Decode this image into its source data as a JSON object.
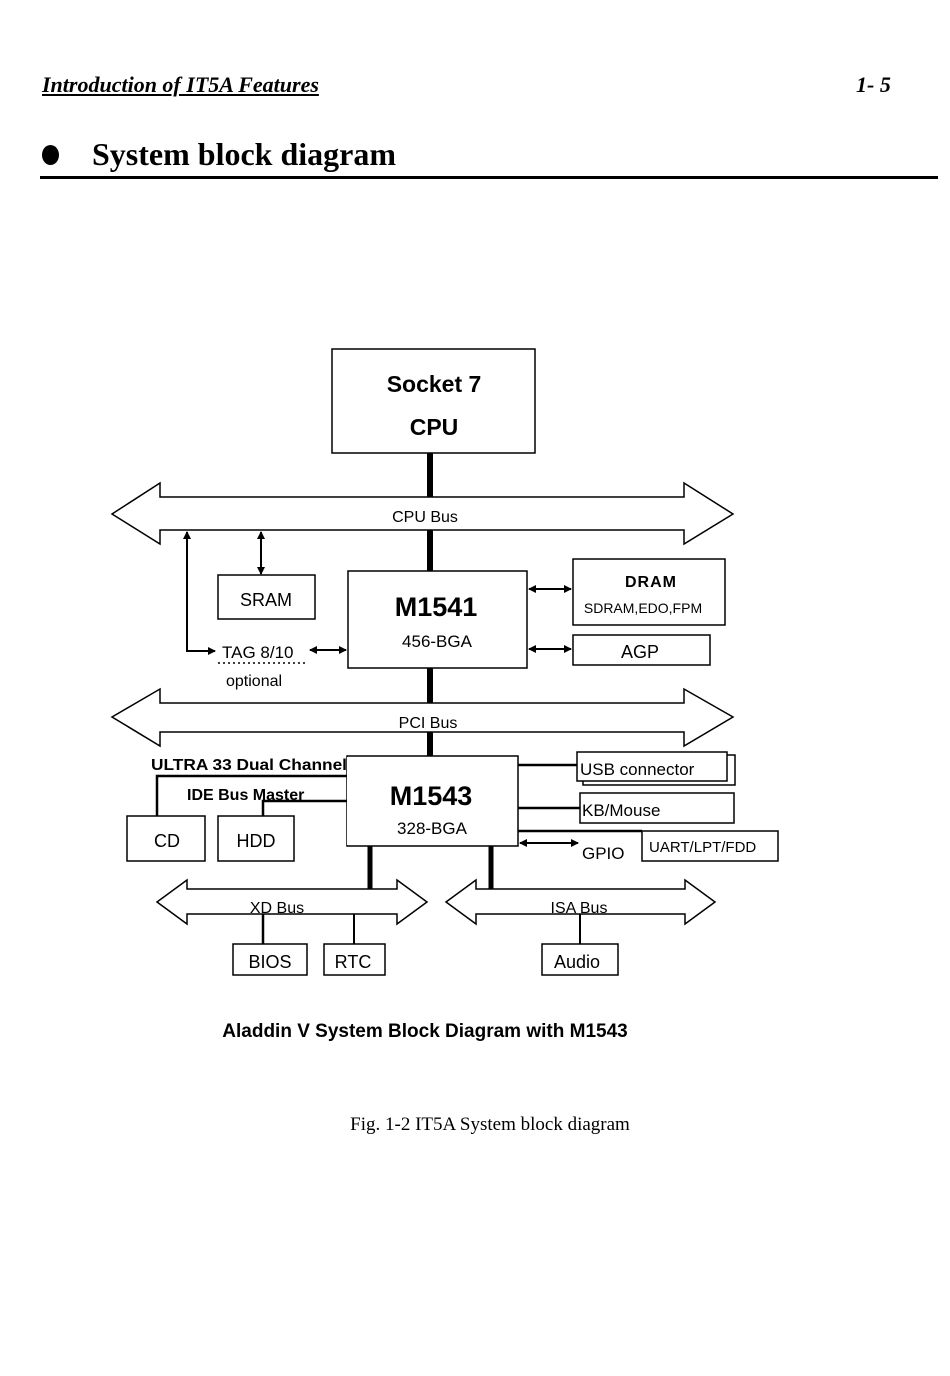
{
  "header": {
    "section": "Introduction of IT5A Features",
    "page_number": "1- 5"
  },
  "section_title": "System block diagram",
  "diagram": {
    "title": "Aladdin V System Block Diagram with M1543",
    "cpu": {
      "line1": "Socket 7",
      "line2": "CPU"
    },
    "buses": {
      "cpu_bus": "CPU Bus",
      "pci_bus": "PCI Bus",
      "xd_bus": "XD Bus",
      "isa_bus": "ISA Bus"
    },
    "north_bridge": {
      "name": "M1541",
      "package": "456-BGA"
    },
    "south_bridge": {
      "name": "M1543",
      "package": "328-BGA"
    },
    "sram": "SRAM",
    "tag": {
      "label": "TAG 8/10",
      "note": "optional"
    },
    "dram": {
      "title": "DRAM",
      "types": "SDRAM,EDO,FPM"
    },
    "agp": "AGP",
    "ide": {
      "line1": "ULTRA 33 Dual Channel",
      "line2": "IDE Bus Master"
    },
    "cd": "CD",
    "hdd": "HDD",
    "usb": "USB connector",
    "kb_mouse": "KB/Mouse",
    "gpio": "GPIO",
    "uart": "UART/LPT/FDD",
    "bios": "BIOS",
    "rtc": "RTC",
    "audio": "Audio"
  },
  "figure_caption": "Fig. 1-2 IT5A System block diagram"
}
